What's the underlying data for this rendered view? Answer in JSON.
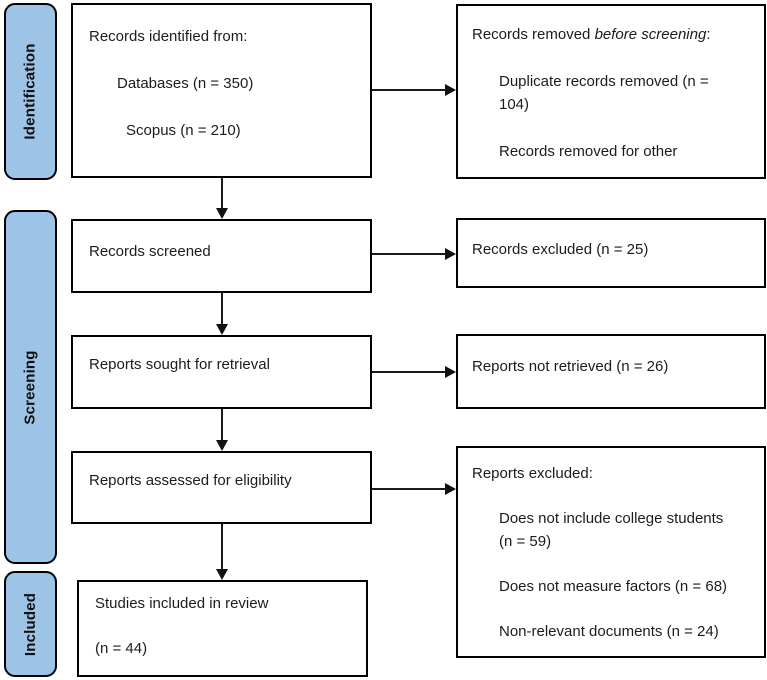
{
  "diagram": {
    "stages": [
      {
        "id": "identification",
        "label": "Identification"
      },
      {
        "id": "screening",
        "label": "Screening"
      },
      {
        "id": "included",
        "label": "Included"
      }
    ],
    "boxes": {
      "identified": {
        "line1": "Records identified from:",
        "line2": "Databases (n = 350)",
        "line3": "Scopus (n = 210)"
      },
      "removed_before_screening": {
        "heading": [
          {
            "t": "Records removed ",
            "i": false
          },
          {
            "t": "before screening",
            "i": true
          },
          {
            "t": ":",
            "i": false
          }
        ],
        "item1": "Duplicate records removed (n = 104)",
        "item2": "Records removed for other"
      },
      "screened": {
        "text": "Records screened"
      },
      "records_excluded": {
        "text": "Records excluded (n = 25)"
      },
      "sought": {
        "text": "Reports sought for retrieval"
      },
      "not_retrieved": {
        "text": "Reports not retrieved (n = 26)"
      },
      "assessed": {
        "text": "Reports assessed for eligibility"
      },
      "reports_excluded": {
        "heading": "Reports excluded:",
        "items": [
          "Does not include college students (n = 59)",
          "Does not measure factors (n = 68)",
          "Non-relevant documents (n = 24)"
        ]
      },
      "included_in_review": {
        "line1": "Studies included in review",
        "line2": "(n = 44)"
      }
    },
    "colors": {
      "stage_fill": "#9DC3E6",
      "border": "#000000"
    }
  }
}
